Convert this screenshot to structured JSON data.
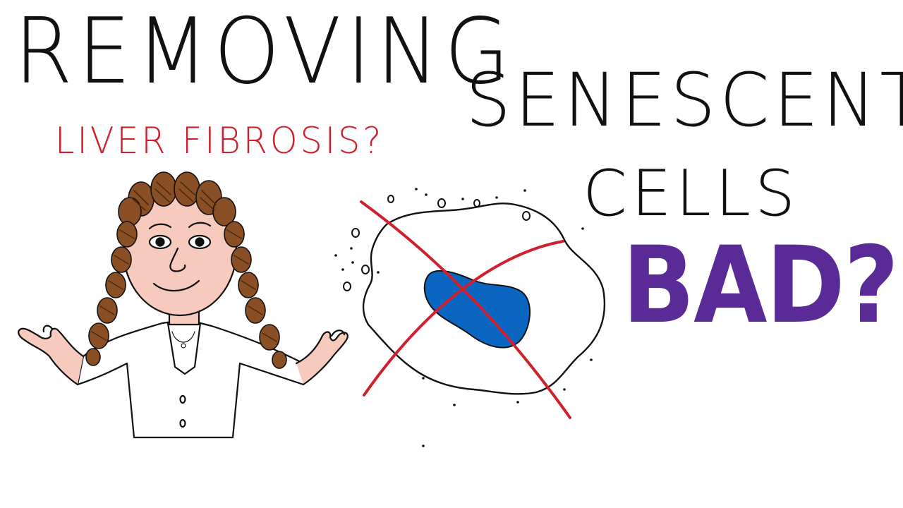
{
  "title": {
    "line1": "REMOVING",
    "line2": "SENESCENT",
    "line3": "CELLS",
    "question": "BAD?"
  },
  "subtitle": "LIVER FIBROSIS?",
  "colors": {
    "ink": "#111111",
    "red": "#d0202e",
    "purple": "#5a2a96",
    "nucleus": "#0b66c2",
    "skin": "#f6cbbd",
    "hair": "#8a4f24",
    "hair_stripe": "#4a2a10"
  },
  "icons": [
    "scientist-illustration",
    "senescent-cell-icon",
    "cross-out-icon"
  ]
}
